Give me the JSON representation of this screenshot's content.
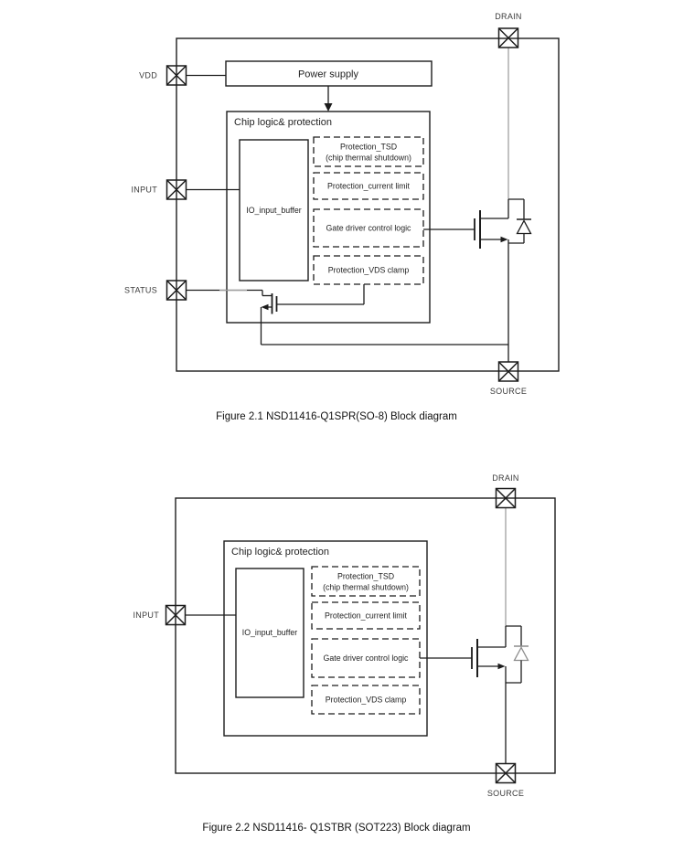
{
  "colors": {
    "line": "#1c1c1c",
    "gray_line": "#a0a0a0",
    "text": "#1f1f1f",
    "background": "#ffffff"
  },
  "figure1": {
    "caption": "Figure 2.1 NSD11416-Q1SPR(SO-8) Block diagram",
    "terminals": {
      "vdd": "VDD",
      "input": "INPUT",
      "status": "STATUS",
      "drain": "DRAIN",
      "source": "SOURCE"
    },
    "power_supply": "Power supply",
    "chip_logic": "Chip logic& protection",
    "io_buffer": "IO_input_buffer",
    "blocks": {
      "tsd_line1": "Protection_TSD",
      "tsd_line2": "(chip thermal shutdown)",
      "current_limit": "Protection_current limit",
      "gate_driver": "Gate driver control logic",
      "vds_clamp": "Protection_VDS clamp"
    }
  },
  "figure2": {
    "caption": "Figure 2.2 NSD11416- Q1STBR (SOT223) Block diagram",
    "terminals": {
      "input": "INPUT",
      "drain": "DRAIN",
      "source": "SOURCE"
    },
    "chip_logic": "Chip logic& protection",
    "io_buffer": "IO_input_buffer",
    "blocks": {
      "tsd_line1": "Protection_TSD",
      "tsd_line2": "(chip thermal shutdown)",
      "current_limit": "Protection_current limit",
      "gate_driver": "Gate driver control logic",
      "vds_clamp": "Protection_VDS clamp"
    }
  }
}
